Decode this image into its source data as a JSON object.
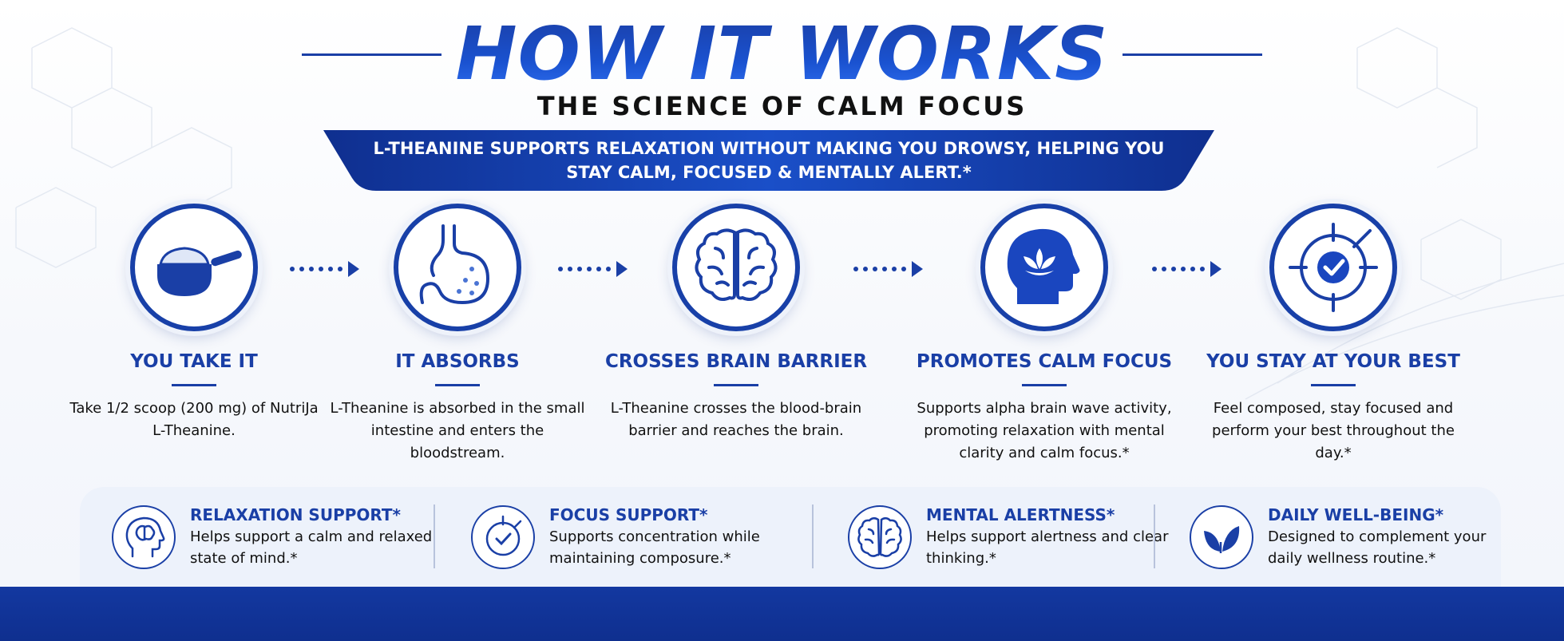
{
  "header": {
    "title": "HOW IT WORKS",
    "subtitle": "THE SCIENCE OF CALM FOCUS",
    "banner_text": "L-THEANINE SUPPORTS RELAXATION WITHOUT MAKING YOU DROWSY, HELPING YOU STAY CALM, FOCUSED & MENTALLY ALERT.*"
  },
  "colors": {
    "primary_blue": "#1a3fa6",
    "banner_blue": "#1540b3",
    "footer_blue": "#1338a0",
    "text": "#111111"
  },
  "steps": [
    {
      "title": "YOU TAKE IT",
      "description": "Take 1/2 scoop (200 mg) of NutriJa L-Theanine.",
      "icon": "scoop-icon"
    },
    {
      "title": "IT ABSORBS",
      "description": "L-Theanine is absorbed in the small intestine and enters the bloodstream.",
      "icon": "stomach-icon"
    },
    {
      "title": "CROSSES BRAIN BARRIER",
      "description": "L-Theanine crosses the blood-brain barrier and reaches the brain.",
      "icon": "brain-icon"
    },
    {
      "title": "PROMOTES CALM FOCUS",
      "description": "Supports alpha brain wave activity, promoting relaxation with mental clarity and calm focus.*",
      "icon": "head-lotus-icon"
    },
    {
      "title": "YOU STAY AT YOUR BEST",
      "description": "Feel composed, stay focused and perform your best throughout the day.*",
      "icon": "target-check-icon"
    }
  ],
  "benefits": [
    {
      "title": "RELAXATION SUPPORT*",
      "description": "Helps support a calm and relaxed state of mind.*",
      "icon": "head-brain-icon"
    },
    {
      "title": "FOCUS SUPPORT*",
      "description": "Supports concentration while maintaining composure.*",
      "icon": "target-check-icon"
    },
    {
      "title": "MENTAL ALERTNESS*",
      "description": "Helps support alertness and clear thinking.*",
      "icon": "brain-icon"
    },
    {
      "title": "DAILY WELL-BEING*",
      "description": "Designed to complement your daily wellness routine.*",
      "icon": "leaf-icon"
    }
  ]
}
